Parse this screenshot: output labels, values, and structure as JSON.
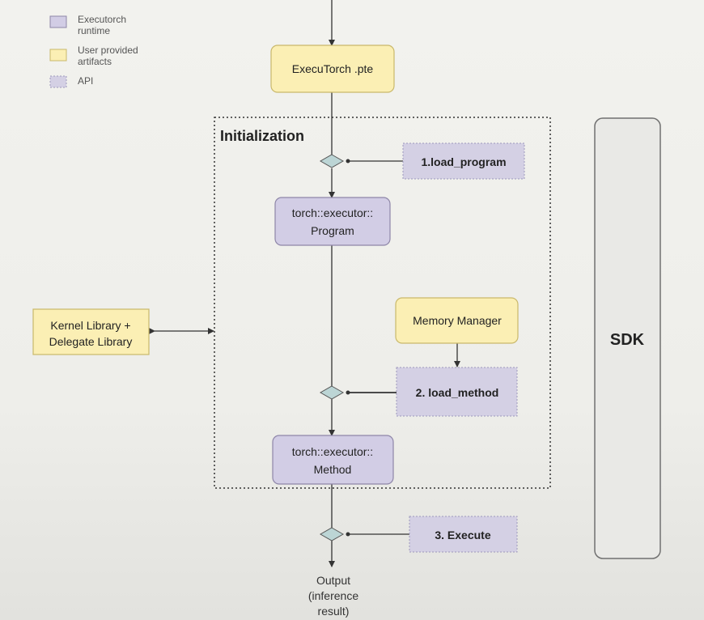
{
  "colors": {
    "runtime_fill": "#d2cde5",
    "runtime_stroke": "#8e86a8",
    "artifact_fill": "#fbefb4",
    "artifact_stroke": "#c9b86a",
    "api_fill": "#d4d0e4",
    "api_stroke": "#9d98bb",
    "sdk_fill": "#e9e9e6",
    "sdk_stroke": "#707070",
    "line": "#333333",
    "decision_fill": "#bcd5d5"
  },
  "legend": {
    "runtime_line1": "Executorch",
    "runtime_line2": "runtime",
    "artifacts_line1": "User provided",
    "artifacts_line2": "artifacts",
    "api": "API"
  },
  "nodes": {
    "pte": "ExecuTorch .pte",
    "program_line1": "torch::executor::",
    "program_line2": "Program",
    "memory_manager": "Memory Manager",
    "method_line1": "torch::executor::",
    "method_line2": "Method",
    "kernel_line1": "Kernel Library +",
    "kernel_line2": "Delegate Library"
  },
  "apis": {
    "load_program": "1.load_program",
    "load_method": "2. load_method",
    "execute": "3. Execute"
  },
  "initialization_title": "Initialization",
  "sdk_label": "SDK",
  "output": {
    "line1": "Output",
    "line2": "(inference",
    "line3": "result)"
  }
}
